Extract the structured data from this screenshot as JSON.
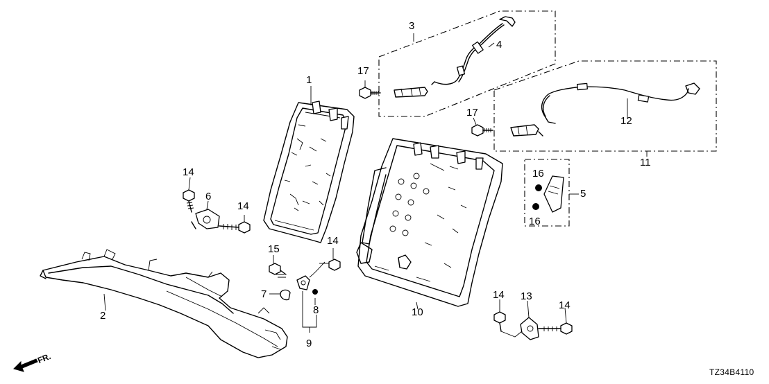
{
  "diagram": {
    "callouts": [
      "1",
      "2",
      "3",
      "4",
      "5",
      "6",
      "7",
      "8",
      "9",
      "10",
      "11",
      "12",
      "13",
      "14",
      "14",
      "14",
      "14",
      "14",
      "15",
      "16",
      "16",
      "17",
      "17"
    ],
    "drawing_code": "TZ34B4110",
    "front_indicator": "FR."
  }
}
